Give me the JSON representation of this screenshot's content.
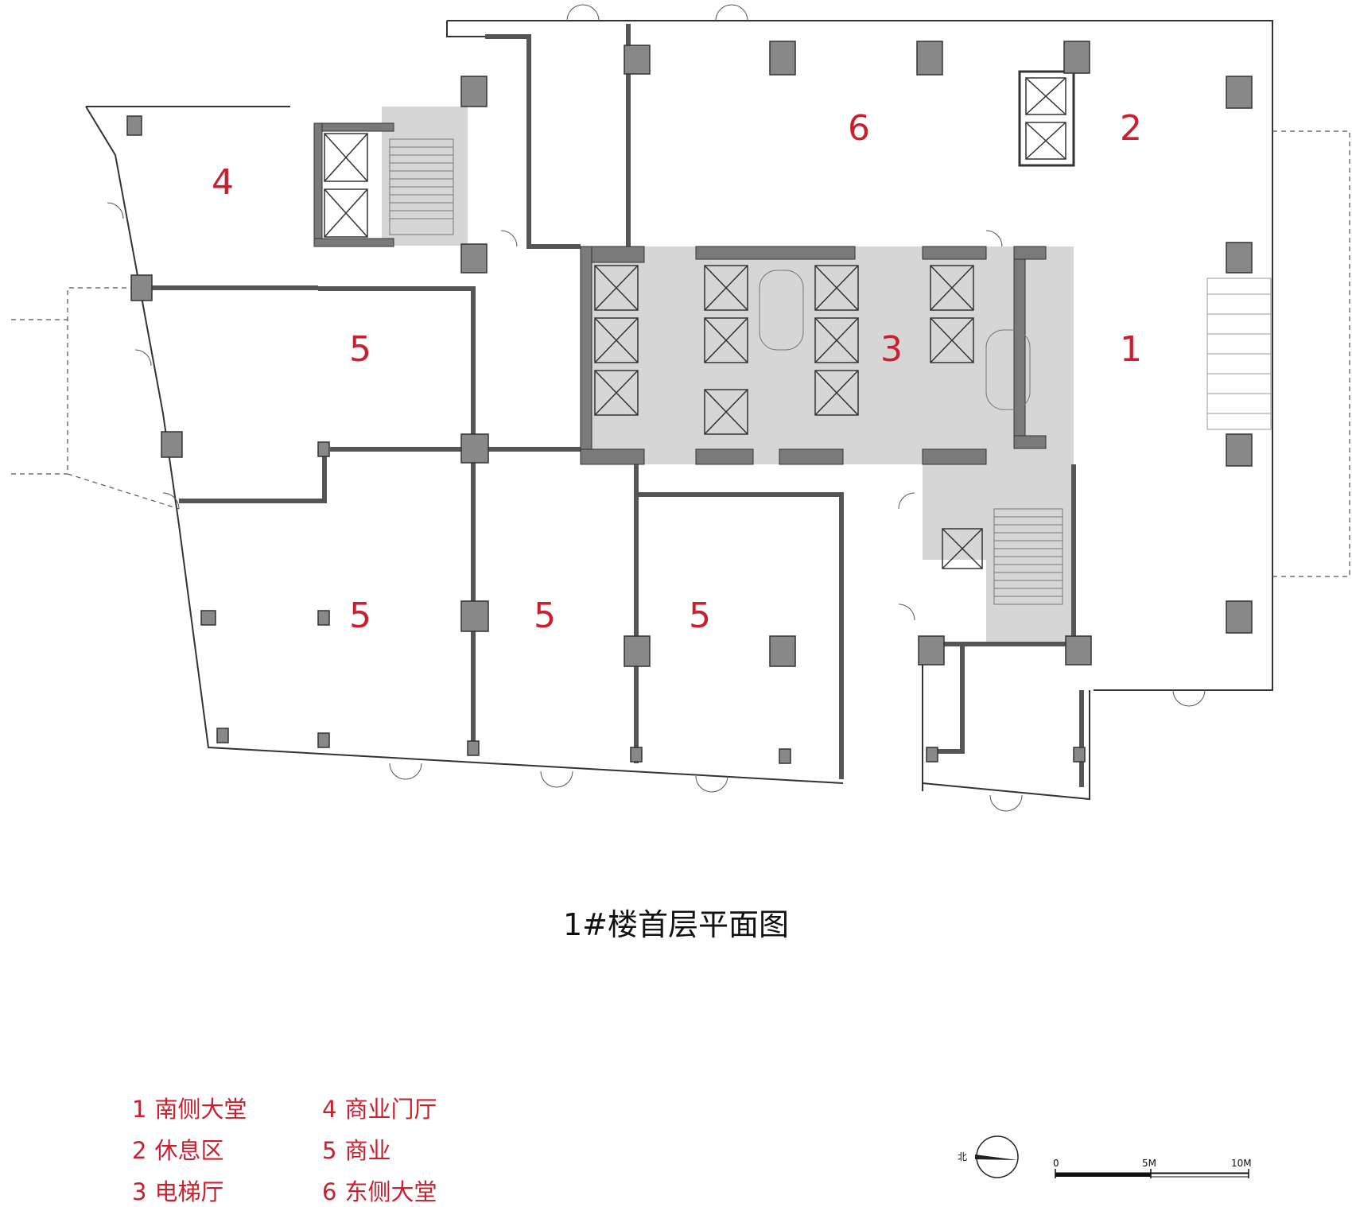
{
  "rooms": [
    {
      "num": "1"
    },
    {
      "num": "2"
    },
    {
      "num": "3"
    },
    {
      "num": "4"
    },
    {
      "num": "5"
    },
    {
      "num": "6"
    },
    {
      "num": "5"
    },
    {
      "num": "5"
    },
    {
      "num": "5"
    }
  ],
  "title": "1#楼首层平面图",
  "legend": [
    {
      "num": "1",
      "label": "南侧大堂"
    },
    {
      "num": "2",
      "label": "休息区"
    },
    {
      "num": "3",
      "label": "电梯厅"
    },
    {
      "num": "4",
      "label": "商业门厅"
    },
    {
      "num": "5",
      "label": "商业"
    },
    {
      "num": "6",
      "label": "东侧大堂"
    }
  ],
  "scale_bar": {
    "labels": [
      "0",
      "5M",
      "10M"
    ]
  },
  "north_label": "北",
  "colors": {
    "label_red": "#c8202f",
    "core_gray": "#d6d6d6",
    "wall_gray": "#7a7a7a",
    "column_gray": "#888888"
  }
}
